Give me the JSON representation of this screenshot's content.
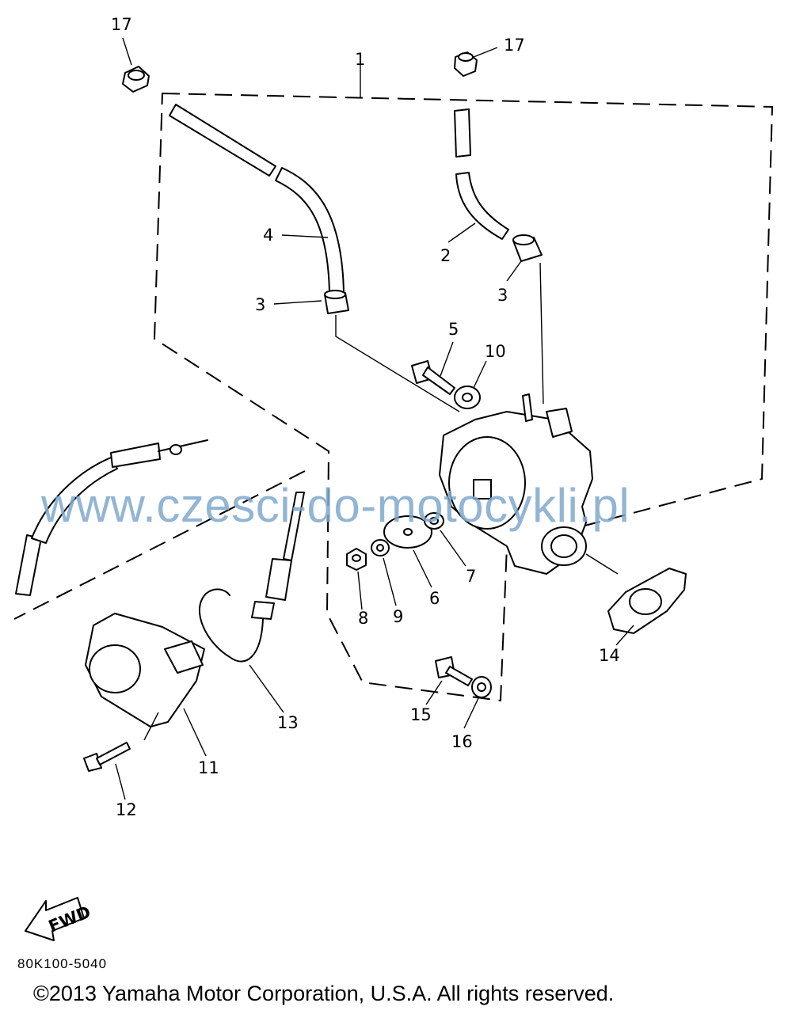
{
  "diagram": {
    "callouts": [
      "1",
      "2",
      "3",
      "3",
      "4",
      "5",
      "6",
      "7",
      "8",
      "9",
      "10",
      "11",
      "12",
      "13",
      "14",
      "15",
      "16",
      "17",
      "17"
    ],
    "fwd_label": "FWD"
  },
  "watermark": "www.czesci-do-motocykli.pl",
  "part_code": "80K100-5040",
  "copyright": "©2013 Yamaha Motor Corporation, U.S.A. All rights reserved."
}
